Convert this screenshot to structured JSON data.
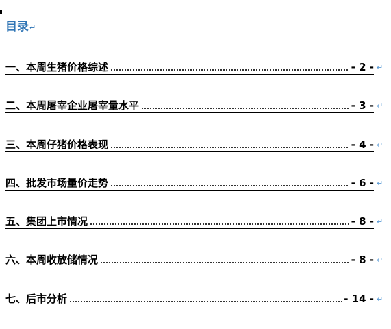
{
  "toc": {
    "title": "目录",
    "paragraph_mark": "↵",
    "entries": [
      {
        "text": "一、本周生猪价格综述",
        "page": "- 2 -"
      },
      {
        "text": "二、本周屠宰企业屠宰量水平",
        "page": "- 3 -"
      },
      {
        "text": "三、本周仔猪价格表现",
        "page": "- 4 -"
      },
      {
        "text": "四、批发市场量价走势",
        "page": "- 6 -"
      },
      {
        "text": "五、集团上市情况",
        "page": "- 8 -"
      },
      {
        "text": "六、本周收放储情况",
        "page": "- 8 -"
      },
      {
        "text": "七、后市分析",
        "page": "- 14 -"
      }
    ]
  }
}
